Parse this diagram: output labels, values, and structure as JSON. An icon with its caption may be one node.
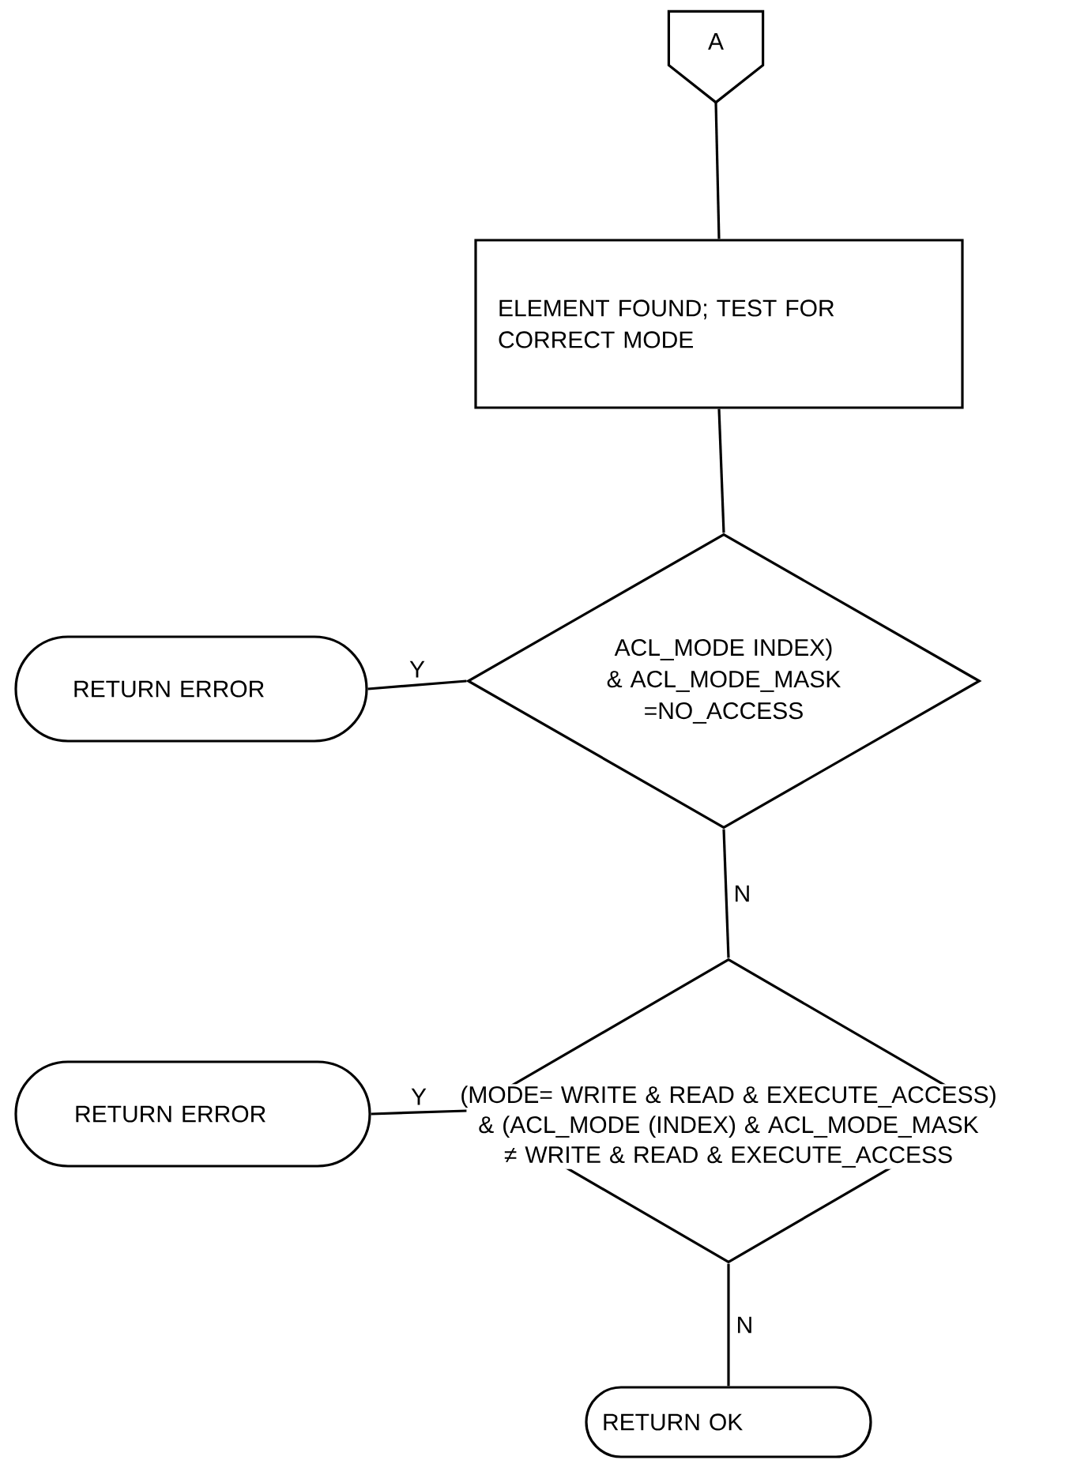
{
  "diagram": {
    "nodes": [
      {
        "text": [
          "A"
        ]
      },
      {
        "text": [
          "ELEMENT FOUND; TEST FOR CORRECT MODE"
        ]
      },
      {
        "text": [
          "ACL_MODE INDEX) & ACL_MODE_MASK =NO_ACCESS"
        ]
      },
      {
        "text": [
          "RETURN ERROR"
        ]
      },
      {
        "text": [
          "(MODE= WRITE & READ & EXECUTE_ACCESS) & (ACL_MODE (INDEX) & ACL_MODE_MASK ≠ WRITE & READ & EXECUTE_ACCESS"
        ]
      },
      {
        "text": [
          "RETURN ERROR"
        ]
      },
      {
        "text": [
          "RETURN OK"
        ]
      }
    ],
    "edges": [
      {
        "from": 0,
        "to": 1,
        "arrow": "none"
      },
      {
        "from": 1,
        "to": 2,
        "arrow": "none"
      },
      {
        "from": 2,
        "to": 3,
        "arrow": "none",
        "label": "Y"
      },
      {
        "from": 2,
        "to": 4,
        "arrow": "none",
        "label": "N"
      },
      {
        "from": 4,
        "to": 5,
        "arrow": "none",
        "label": "Y"
      },
      {
        "from": 4,
        "to": 6,
        "arrow": "none",
        "label": "N"
      }
    ]
  }
}
